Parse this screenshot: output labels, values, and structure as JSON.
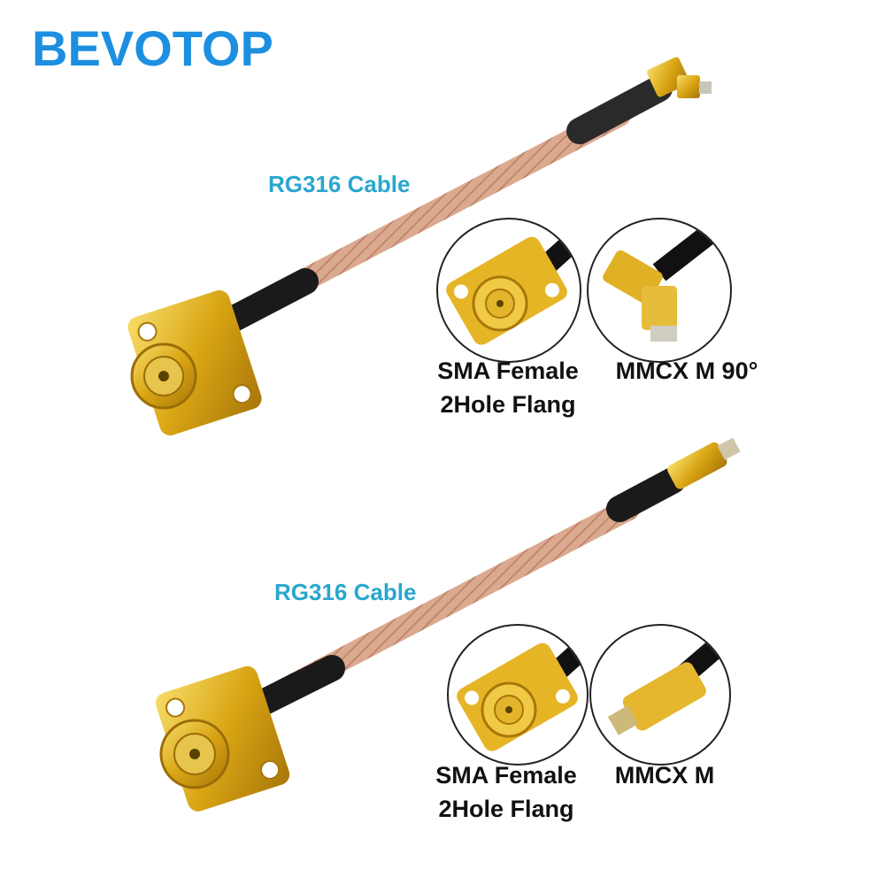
{
  "brand": "BEVOTOP",
  "products": [
    {
      "cable_label": "RG316 Cable",
      "connector_a": {
        "label_line1": "SMA Female",
        "label_line2": "2Hole Flang"
      },
      "connector_b": {
        "label": "MMCX M 90°"
      }
    },
    {
      "cable_label": "RG316 Cable",
      "connector_a": {
        "label_line1": "SMA Female",
        "label_line2": "2Hole Flang"
      },
      "connector_b": {
        "label": "MMCX M"
      }
    }
  ],
  "colors": {
    "brand": "#1d8fe0",
    "cable_label": "#2aa6cf",
    "gold": "#e3b21a",
    "cable": "#d9a58a"
  }
}
